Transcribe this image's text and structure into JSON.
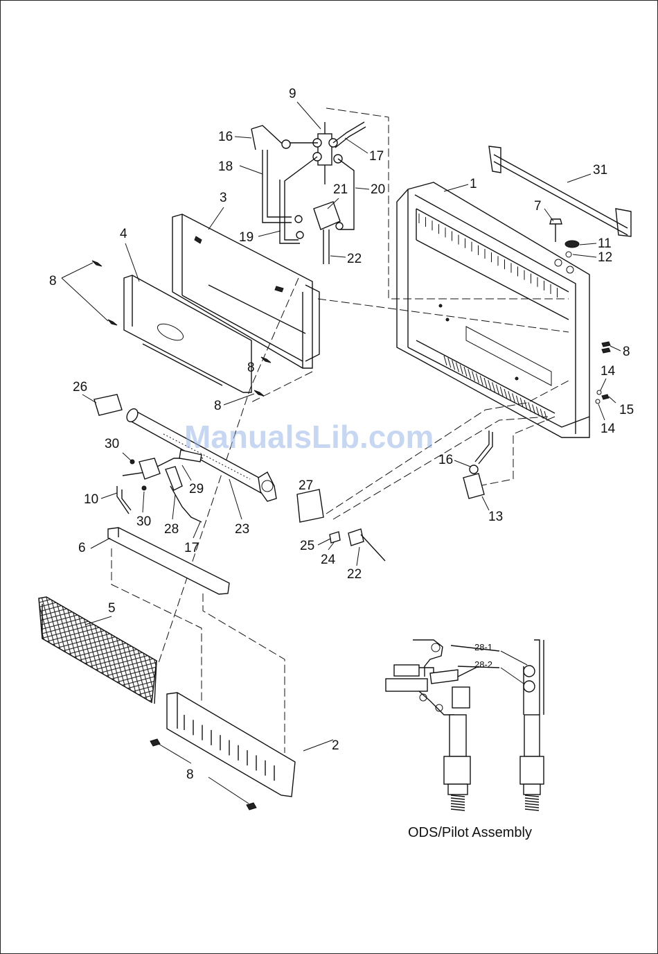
{
  "watermark": "ManualsLib.com",
  "inset_caption": "ODS/Pilot Assembly",
  "callouts": {
    "c1": "1",
    "c2": "2",
    "c3": "3",
    "c4": "4",
    "c5": "5",
    "c6": "6",
    "c7": "7",
    "c8a": "8",
    "c8b": "8",
    "c8c": "8",
    "c8d": "8",
    "c8e": "8",
    "c9": "9",
    "c10": "10",
    "c11": "11",
    "c12": "12",
    "c13": "13",
    "c14a": "14",
    "c14b": "14",
    "c15": "15",
    "c16a": "16",
    "c16b": "16",
    "c17a": "17",
    "c17b": "17",
    "c18": "18",
    "c19": "19",
    "c20": "20",
    "c21": "21",
    "c22a": "22",
    "c22b": "22",
    "c23": "23",
    "c24": "24",
    "c25": "25",
    "c26": "26",
    "c27": "27",
    "c28": "28",
    "c29": "29",
    "c30a": "30",
    "c30b": "30",
    "c31": "31",
    "c28_1": "28-1",
    "c28_2": "28-2"
  }
}
